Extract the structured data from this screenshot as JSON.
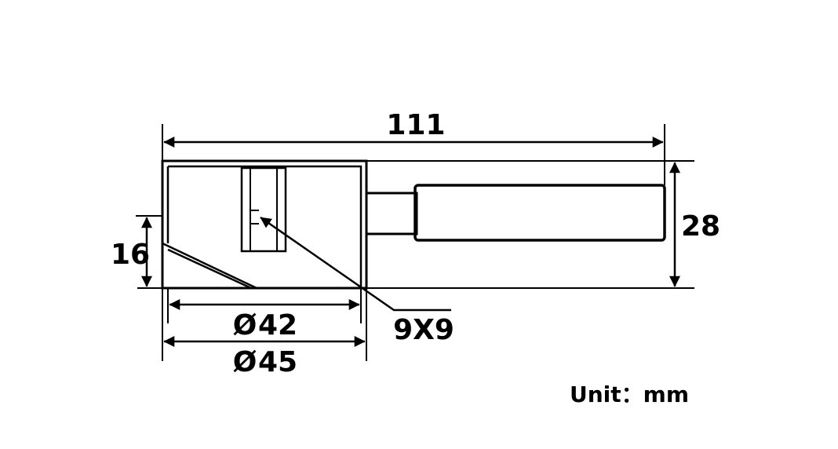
{
  "dimensions": {
    "total_length": "111",
    "height": "28",
    "offset_height": "16",
    "slot_size": "9X9",
    "diameter_inner": "42",
    "diameter_outer": "45",
    "diameter_symbol": "Ø"
  },
  "unit_label": "Unit：mm"
}
